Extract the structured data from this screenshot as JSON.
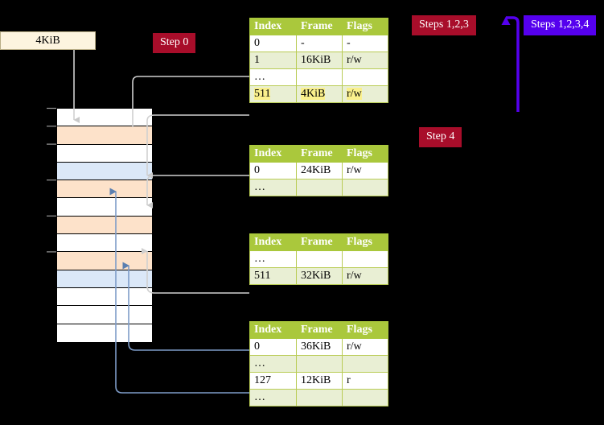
{
  "title": "Multi-level page table walk diagram",
  "labels": {
    "memory_size": "4KiB",
    "step0": "Step 0",
    "steps123": "Steps 1,2,3",
    "steps1234": "Steps 1,2,3,4",
    "step4": "Step 4"
  },
  "colors": {
    "badge_red": "#a80d2a",
    "badge_purple": "#5500ee",
    "table_header_green": "#aac83c",
    "table_alt_row": "#e9efd4",
    "mem_orange": "#fde2ca",
    "mem_blue": "#dbe8f8",
    "kib_box": "#fdf4df",
    "arrow_blue": "#5500ee",
    "connector_gray": "#d8d8d8",
    "connector_blue": "#7e9cc8",
    "highlight_yellow": "#faf08c"
  },
  "tables": [
    {
      "name": "pml4-table",
      "columns": [
        "Index",
        "Frame",
        "Flags"
      ],
      "rows": [
        {
          "index": "0",
          "frame": "-",
          "flags": "-",
          "style": "plain"
        },
        {
          "index": "1",
          "frame": "16KiB",
          "flags": "r/w",
          "style": "alt"
        },
        {
          "index": "…",
          "frame": "",
          "flags": "",
          "style": "plain"
        },
        {
          "index": "511",
          "frame": "4KiB",
          "flags": "r/w",
          "style": "alt",
          "highlight": true
        }
      ]
    },
    {
      "name": "pdpt-table",
      "columns": [
        "Index",
        "Frame",
        "Flags"
      ],
      "rows": [
        {
          "index": "0",
          "frame": "24KiB",
          "flags": "r/w",
          "style": "plain"
        },
        {
          "index": "…",
          "frame": "",
          "flags": "",
          "style": "alt"
        }
      ]
    },
    {
      "name": "pd-table",
      "columns": [
        "Index",
        "Frame",
        "Flags"
      ],
      "rows": [
        {
          "index": "…",
          "frame": "",
          "flags": "",
          "style": "plain"
        },
        {
          "index": "511",
          "frame": "32KiB",
          "flags": "r/w",
          "style": "alt"
        }
      ]
    },
    {
      "name": "pt-table",
      "columns": [
        "Index",
        "Frame",
        "Flags"
      ],
      "rows": [
        {
          "index": "0",
          "frame": "36KiB",
          "flags": "r/w",
          "style": "plain"
        },
        {
          "index": "…",
          "frame": "",
          "flags": "",
          "style": "alt"
        },
        {
          "index": "127",
          "frame": "12KiB",
          "flags": "r",
          "style": "plain"
        },
        {
          "index": "…",
          "frame": "",
          "flags": "",
          "style": "alt"
        }
      ]
    }
  ],
  "memory_column": {
    "name": "physical-memory-column",
    "rows": [
      {
        "fill": "white"
      },
      {
        "fill": "orange"
      },
      {
        "fill": "white"
      },
      {
        "fill": "blue"
      },
      {
        "fill": "orange"
      },
      {
        "fill": "white"
      },
      {
        "fill": "orange"
      },
      {
        "fill": "white"
      },
      {
        "fill": "orange"
      },
      {
        "fill": "blue"
      },
      {
        "fill": "white"
      },
      {
        "fill": "white"
      },
      {
        "fill": "white"
      }
    ]
  }
}
